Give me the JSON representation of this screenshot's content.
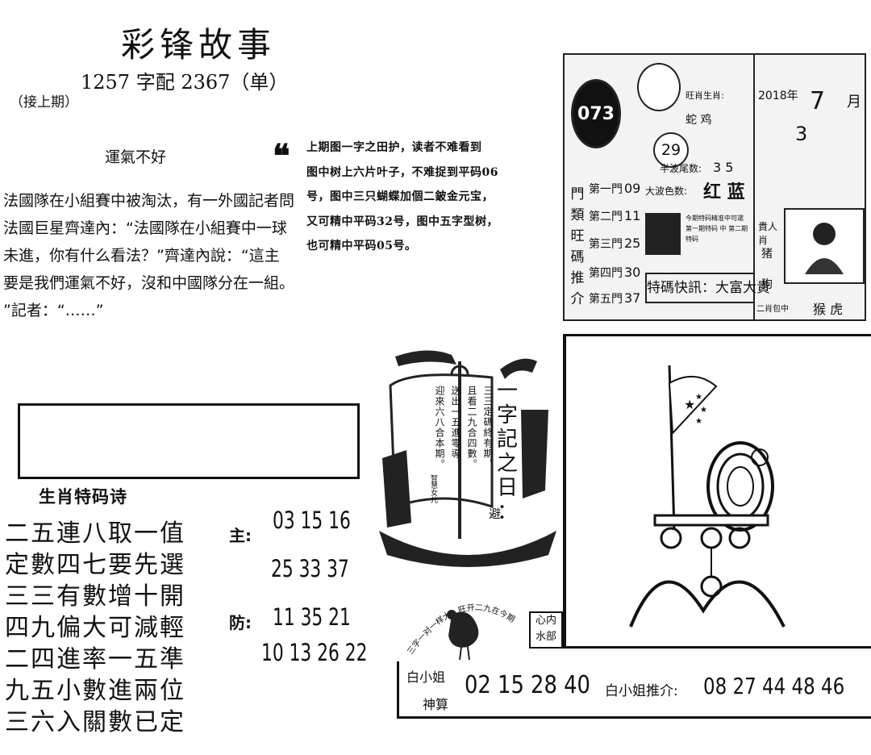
{
  "header": {
    "title": "彩锋故事",
    "subtitle": "1257 字配 2367（单）",
    "continued": "（接上期）"
  },
  "story": {
    "title": "運氣不好",
    "lines": [
      "法國隊在小組賽中被淘汰，有一外國記者問",
      "法國巨星齊達內：“法國隊在小組賽中一球",
      "未進，你有什么看法？”齊達內說：“這主",
      "要是我們運氣不好，沒和中國隊分在一組。",
      "”記者：“……”"
    ]
  },
  "prev_note": {
    "lines": [
      "上期图一字之田护，读者不难看到",
      "图中树上六片叶子，不难捉到平码06",
      "号，图中三只蝴蝶加個二鈹金元宝，",
      "又可精中平码32号，图中五字型树，",
      "也可精中平码05号。"
    ]
  },
  "card": {
    "issue": "073",
    "ball_number": "29",
    "zodiac_label": "旺肖生肖:",
    "zodiac_value": "蛇 鸡",
    "tail_label": "半波尾数:",
    "tail_value": "3 5",
    "color_label": "大波色数:",
    "color_value": "红 蓝",
    "gates_vertical": [
      "門",
      "類",
      "旺",
      "碼",
      "推",
      "介"
    ],
    "gates": [
      {
        "label": "第一門",
        "value": "09"
      },
      {
        "label": "第二門",
        "value": "11"
      },
      {
        "label": "第三門",
        "value": "25"
      },
      {
        "label": "第四門",
        "value": "30"
      },
      {
        "label": "第五門",
        "value": "37"
      }
    ],
    "mini_text": "今期特码精准中可選 第一期特码 中 第二期特码",
    "quick_label": "特碼快訊：大富大貴",
    "year": "2018年",
    "month": "7",
    "month_char": "月",
    "day": "3",
    "rich_label": "貴人肖",
    "pig": "猪",
    "dog": "狗",
    "two_shio_label": "二肖包中",
    "two_shio": "猴 虎"
  },
  "poem": {
    "title": "生肖特码诗",
    "lines": [
      "二五連八取一值",
      "定數四七要先選",
      "三三有數增十開",
      "四九偏大可減輕",
      "二四進率一五準",
      "九五小數進兩位",
      "三六入關數已定"
    ]
  },
  "numbers": {
    "main_label": "主:",
    "main_row1": "03 15 16",
    "main_row2": "25 33 37",
    "defense_label": "防:",
    "defense_row1": "11 35 21",
    "defense_row2": "10 13 26 22"
  },
  "ship": {
    "title": [
      "一",
      "字",
      "記",
      "之",
      "日",
      "："
    ],
    "columns": [
      "三三定碼終有期，",
      "且看二九合四數。",
      "送出一五進零導，",
      "迎來六八合本期。"
    ],
    "signature": "智慧女儿",
    "avoid": "避"
  },
  "rooster": {
    "caption": "三字一对一样大，旺开二九在今期",
    "inner_box": [
      "心内",
      "水部"
    ]
  },
  "bottom": {
    "miss_bai": "白小姐",
    "shensuan": "神算",
    "numbers": "02 15 28 40",
    "recommend_label": "白小姐推介:",
    "recommend_numbers": "08 27 44 48 46"
  },
  "colors": {
    "ink": "#111111",
    "paper": "#ffffff"
  }
}
